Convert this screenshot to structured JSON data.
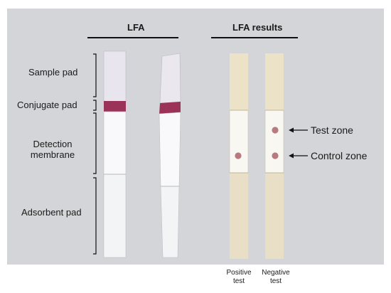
{
  "headers": {
    "lfa": "LFA",
    "lfa_results": "LFA results"
  },
  "component_labels": {
    "sample_pad": "Sample pad",
    "conjugate_pad": "Conjugate pad",
    "detection_line1": "Detection",
    "detection_line2": "membrane",
    "adsorbent_pad": "Adsorbent pad"
  },
  "zone_labels": {
    "test_zone": "Test zone",
    "control_zone": "Control zone"
  },
  "result_labels": {
    "positive_line1": "Positive",
    "positive_line2": "test",
    "negative_line1": "Negative",
    "negative_line2": "test"
  },
  "colors": {
    "panel_background": "#d4d5d8",
    "strip_white": "#ffffff",
    "conjugate_band": "#9b3358",
    "strip_cream": "#ece2c8",
    "dot": "#b77a80"
  }
}
